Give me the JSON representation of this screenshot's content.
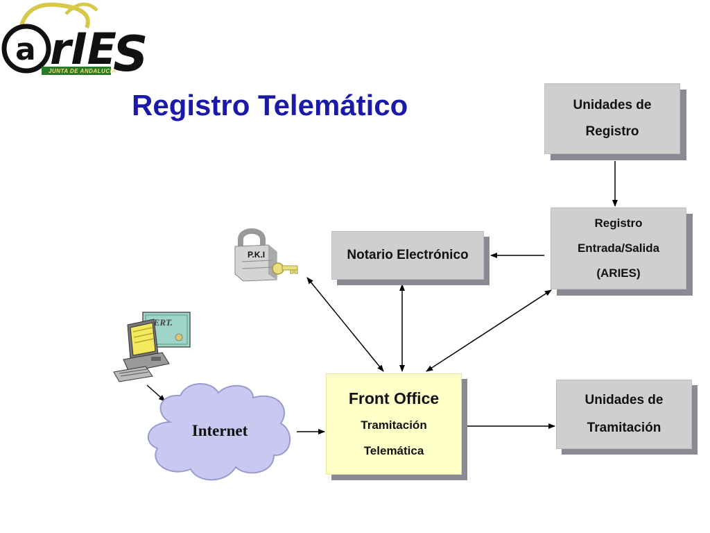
{
  "logo": {
    "text": "@riES",
    "caption": "JUNTA DE ANDALUCIA"
  },
  "title": "Registro Telemático",
  "boxes": {
    "unidades_registro": {
      "line1": "Unidades de",
      "line2": "Registro"
    },
    "registro_es": {
      "line1": "Registro",
      "line2": "Entrada/Salida",
      "line3": "(ARIES)"
    },
    "notario": {
      "label": "Notario Electrónico"
    },
    "front_office": {
      "title": "Front Office",
      "line2": "Tramitación",
      "line3": "Telemática"
    },
    "unidades_tramitacion": {
      "line1": "Unidades de",
      "line2": "Tramitación"
    }
  },
  "internet": {
    "label": "Internet"
  },
  "pki": {
    "label": "P.K.I"
  },
  "cert": {
    "label": "CERT."
  },
  "colors": {
    "title": "#1a1aa6",
    "box": "#cfcfcf",
    "box_shadow": "#8a8a95",
    "front_office": "#ffffc8",
    "cloud": "#c8c8f0"
  }
}
